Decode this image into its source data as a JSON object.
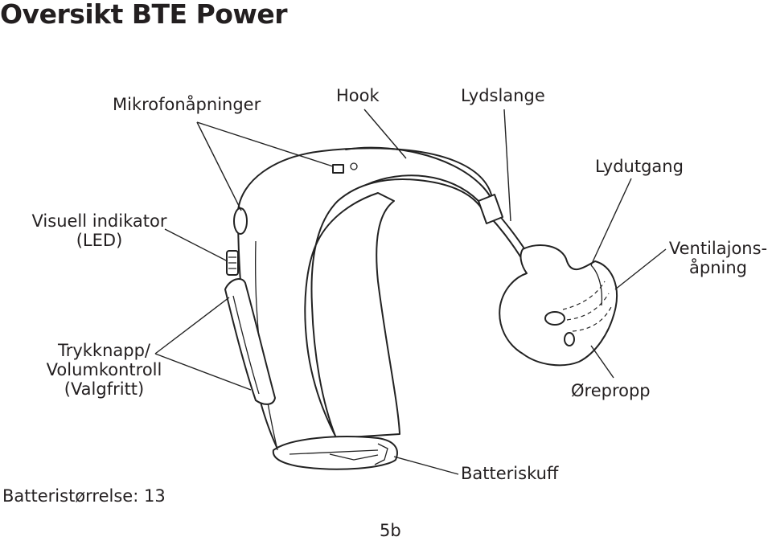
{
  "title": "Oversikt BTE Power",
  "labels": {
    "mikrofon": "Mikrofonåpninger",
    "hook": "Hook",
    "lydslange": "Lydslange",
    "lydutgang": "Lydutgang",
    "visuell_line1": "Visuell indikator",
    "visuell_line2": "(LED)",
    "ventil_line1": "Ventilajons-",
    "ventil_line2": "åpning",
    "trykk_line1": "Trykknapp/",
    "trykk_line2": "Volumkontroll",
    "trykk_line3": "(Valgfritt)",
    "oerepropp": "Ørepropp",
    "batteriskuff": "Batteriskuff",
    "batteristorrelse": "Batteristørrelse: 13"
  },
  "page_number": "5b"
}
